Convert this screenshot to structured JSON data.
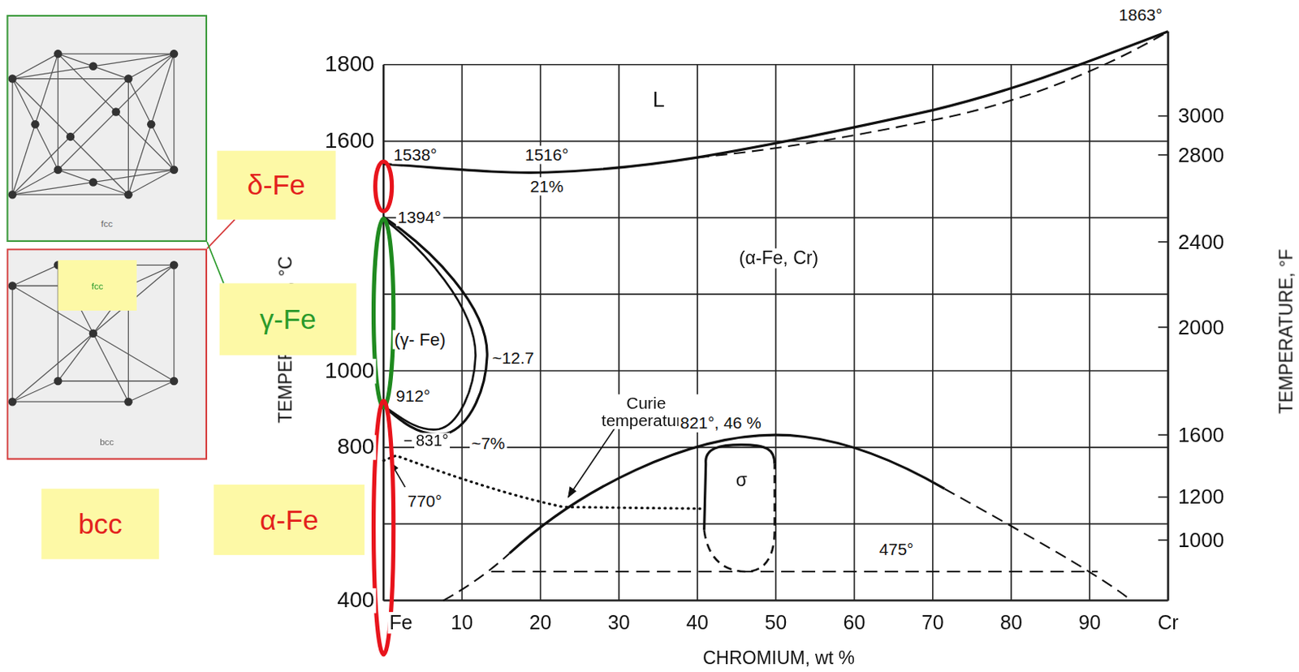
{
  "diagram": {
    "nodes": [
      {
        "text": [
          "fcc"
        ]
      },
      {
        "text": [
          "δ-Fe"
        ]
      },
      {
        "text": [
          "bcc"
        ]
      },
      {
        "text": [
          "fcc"
        ],
        "in": 2
      },
      {
        "text": [
          "γ-Fe"
        ]
      },
      {
        "text": [
          "bcc"
        ]
      },
      {
        "text": [
          "α-Fe"
        ]
      }
    ],
    "edges": [
      {
        "from": 2,
        "to": 1,
        "arrow": "none"
      },
      {
        "from": 0,
        "to": 4,
        "arrow": "none"
      }
    ],
    "labels": [
      "1863°",
      "L",
      "1538°",
      "1516°",
      "21%",
      "1394°",
      "(α-Fe, Cr)",
      "(γ- Fe)",
      "~12.7",
      "912°",
      "Curie temperature",
      "831°",
      "~7%",
      "821°, 46 %",
      "770°",
      "σ",
      "475°",
      "1800",
      "1600",
      "1000",
      "800",
      "400",
      "TEMPERATURE, °C",
      "3000",
      "2800",
      "2400",
      "2000",
      "1600",
      "1200",
      "1000",
      "TEMPERATURE, °F",
      "Fe",
      "10",
      "20",
      "30",
      "40",
      "50",
      "60",
      "70",
      "80",
      "90",
      "Cr",
      "CHROMIUM, wt %"
    ]
  }
}
